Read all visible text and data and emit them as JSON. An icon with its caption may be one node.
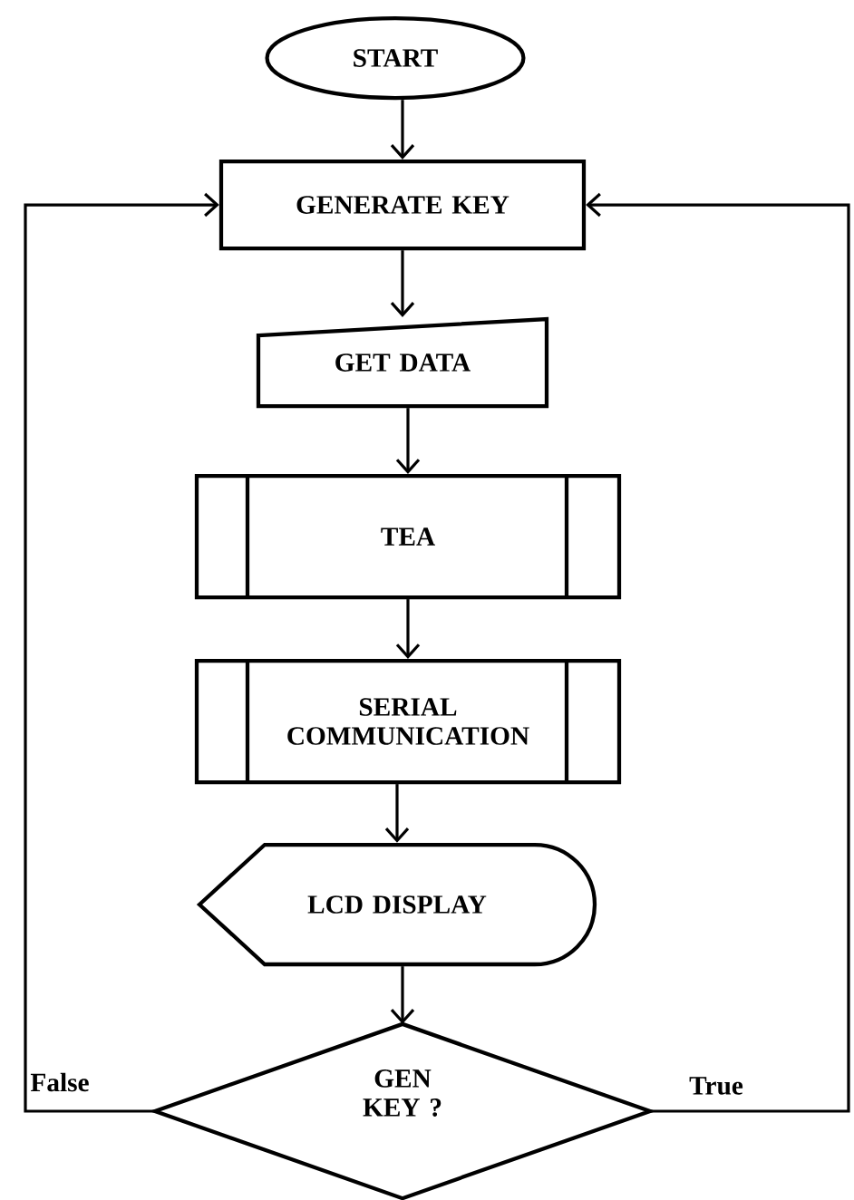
{
  "diagram": {
    "nodes": [
      {
        "text": [
          "START"
        ]
      },
      {
        "text": [
          "GENERATE KEY"
        ]
      },
      {
        "text": [
          "GET DATA"
        ]
      },
      {
        "text": [
          "TEA"
        ]
      },
      {
        "text": [
          "SERIAL COMMUNICATION"
        ]
      },
      {
        "text": [
          "LCD DISPLAY"
        ]
      },
      {
        "text": [
          "GEN KEY ?"
        ]
      }
    ],
    "edges": [
      {
        "from": 0,
        "to": 1,
        "arrow": "to"
      },
      {
        "from": 1,
        "to": 2,
        "arrow": "to"
      },
      {
        "from": 2,
        "to": 3,
        "arrow": "to"
      },
      {
        "from": 3,
        "to": 4,
        "arrow": "to"
      },
      {
        "from": 4,
        "to": 5,
        "arrow": "to"
      },
      {
        "from": 5,
        "to": 6,
        "arrow": "to"
      },
      {
        "from": 6,
        "to": 1,
        "arrow": "to",
        "label": "False"
      },
      {
        "from": 6,
        "to": 1,
        "arrow": "to",
        "label": "True"
      }
    ]
  }
}
